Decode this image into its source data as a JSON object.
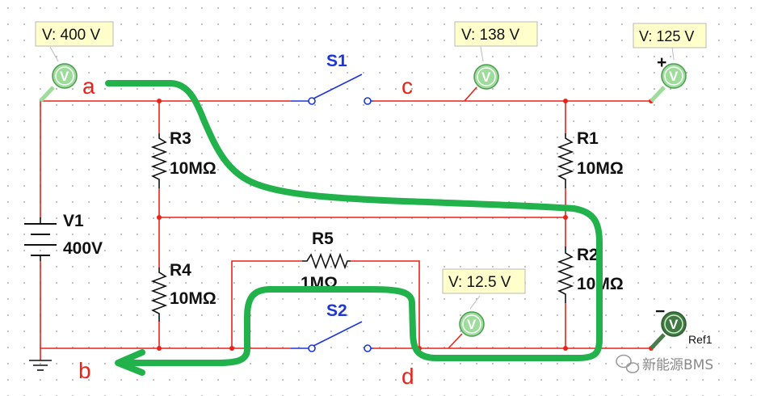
{
  "components": {
    "v1": {
      "name": "V1",
      "value": "400V"
    },
    "r1": {
      "name": "R1",
      "value": "10MΩ"
    },
    "r2": {
      "name": "R2",
      "value": "10MΩ"
    },
    "r3": {
      "name": "R3",
      "value": "10MΩ"
    },
    "r4": {
      "name": "R4",
      "value": "10MΩ"
    },
    "r5": {
      "name": "R5",
      "value": "1MΩ"
    },
    "s1": {
      "name": "S1"
    },
    "s2": {
      "name": "S2"
    }
  },
  "nodes": {
    "a": "a",
    "b": "b",
    "c": "c",
    "d": "d"
  },
  "probes": {
    "p1": {
      "reading": "V: 400 V",
      "symbol": "V"
    },
    "p2": {
      "reading": "V: 138 V",
      "symbol": "V"
    },
    "p3": {
      "reading": "V: 125 V",
      "symbol": "V",
      "sign": "+"
    },
    "p4": {
      "reading": "V: 12.5 V",
      "symbol": "V"
    },
    "ref": {
      "label": "Ref1",
      "symbol": "V",
      "sign": "−"
    }
  },
  "watermark": {
    "text": "新能源BMS"
  },
  "colors": {
    "wire": "#e8231a",
    "component": "#111111",
    "switch": "#1c36d8",
    "current_path": "#22b24c",
    "probe_fill": "#9edc9c",
    "probe_border": "#4a9b4f",
    "label_bg": "#ffffcc"
  }
}
